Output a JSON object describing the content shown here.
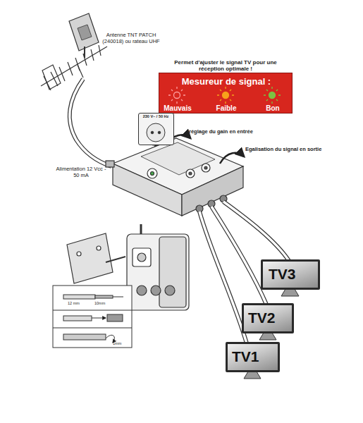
{
  "diagram": {
    "nodes": [
      {
        "text": [
          "Mesureur de signal :",
          "Mauvais",
          "Faible",
          "Bon"
        ]
      },
      {
        "text": [
          "230 V~ / 50 Hz"
        ]
      },
      {
        "text": [
          "TV3"
        ]
      },
      {
        "text": [
          "TV2"
        ]
      },
      {
        "text": [
          "TV1"
        ]
      }
    ],
    "labels": [
      "Antenne TNT PATCH (240018) ou rateau UHF",
      "Permet d'ajuster le signal TV pour une réception optimale !",
      "réglage du gain en entrée",
      "Egalisation du signal en sortie",
      "Alimentation 12 Vcc - 50 mA",
      "12 mm",
      "10mm",
      "1mm"
    ]
  }
}
